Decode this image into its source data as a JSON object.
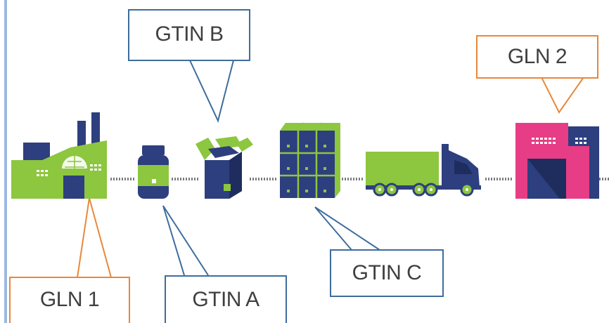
{
  "callouts": {
    "gln1": "GLN 1",
    "gtin_a": "GTIN A",
    "gtin_b": "GTIN B",
    "gtin_c": "GTIN C",
    "gln2": "GLN 2"
  },
  "colors": {
    "green": "#8DC63F",
    "navy": "#2D3F7E",
    "dark_navy": "#1F2D5E",
    "pink": "#E63D86",
    "orange_border": "#E8883A",
    "blue_border": "#3E6D9C",
    "left_rule": "#9DB8E0",
    "chain_dots": "#7A7A7A"
  },
  "icons": [
    "factory-icon",
    "jar-icon",
    "open-box-icon",
    "pallet-icon",
    "truck-icon",
    "warehouse-icon"
  ]
}
